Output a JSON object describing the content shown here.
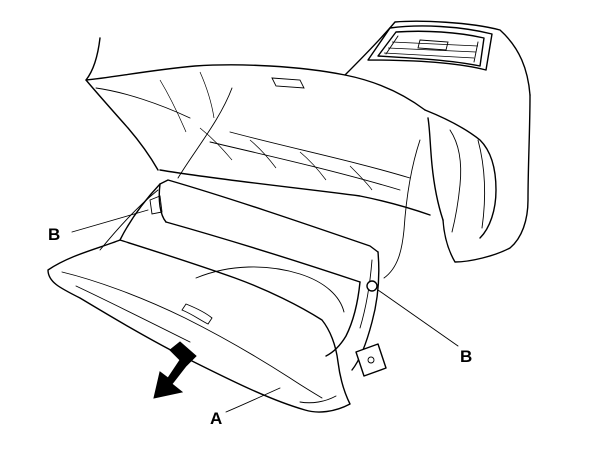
{
  "callouts": {
    "b_left": "B",
    "b_right": "B",
    "a": "A"
  },
  "colors": {
    "line": "#000000",
    "background": "#ffffff"
  },
  "icons": {
    "direction": "arrow-down-left-icon"
  }
}
